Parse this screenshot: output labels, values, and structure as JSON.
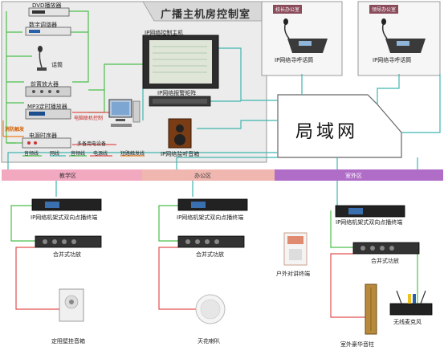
{
  "control_room": {
    "title": "广播主机房控制室",
    "devices": {
      "dvd": "DVD播放器",
      "tuner": "数字调谐器",
      "mic": "话筒",
      "preamp": "前置放大器",
      "mp3": "MP3定时播放器",
      "pc_label": "电脑联机控制",
      "sequencer": "电源时序器",
      "fire_alarm": "消防触发",
      "aux_power": "多备用电设备",
      "host": "IP网络控制主机",
      "alarm_matrix": "IP网络报警矩阵",
      "monitor_speaker": "IP网络监听音箱"
    },
    "bottom_wires": [
      "音频线",
      "网线",
      "音频线",
      "电源线",
      "短路触发线"
    ]
  },
  "offices": [
    {
      "tag": "校长办公室",
      "device": "IP网络寻呼话筒"
    },
    {
      "tag": "领导办公室",
      "device": "IP网络寻呼话筒"
    }
  ],
  "lan": {
    "label": "局域网"
  },
  "zones": [
    {
      "label": "教学区",
      "color": "#f2a9c0"
    },
    {
      "label": "办公区",
      "color": "#f0b6b0"
    },
    {
      "label": "室外区",
      "color": "#b06dc8"
    }
  ],
  "zone_devices": {
    "teaching": {
      "terminal": "IP网络机架式双向点播终端",
      "amp": "合并式功放",
      "speaker": "定阻壁挂音箱"
    },
    "office": {
      "terminal": "IP网络机架式双向点播终端",
      "amp": "合并式功放",
      "speaker": "天花喇叭",
      "intercom": "户外对讲终端"
    },
    "outdoor": {
      "terminal": "IP网络机架式双向点播终端",
      "amp": "合并式功放",
      "column": "室外豪华音柱",
      "wireless_mic": "无线麦克风"
    }
  },
  "colors": {
    "wire_green": "#4cbf4c",
    "wire_teal": "#3fb5b0",
    "wire_red": "#e05050",
    "wire_orange": "#f08020",
    "room_bg": "#ececec"
  }
}
